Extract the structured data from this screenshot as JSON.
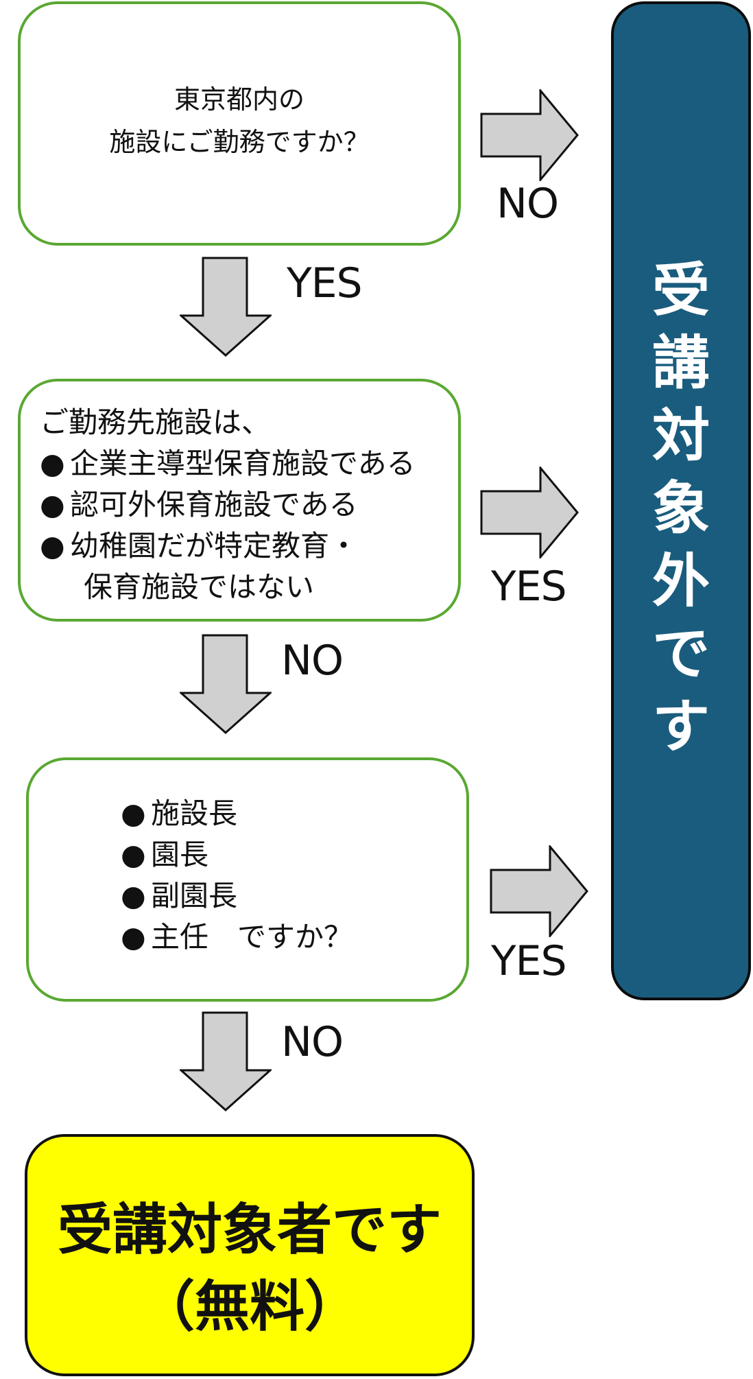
{
  "questions": {
    "q1": {
      "lines": [
        "東京都内の",
        "施設にご勤務ですか？"
      ]
    },
    "q2": {
      "intro": "ご勤務先施設は、",
      "bullet": "●",
      "items": [
        "企業主導型保育施設である",
        "認可外保育施設である",
        "幼稚園だが特定教育・"
      ],
      "continuation": "保育施設ではない"
    },
    "q3": {
      "bullet": "●",
      "items": [
        "施設長",
        "園長",
        "副園長",
        "主任　ですか？"
      ]
    }
  },
  "arrows": {
    "q1_no": "NO",
    "q1_yes": "YES",
    "q2_yes": "YES",
    "q2_no": "NO",
    "q3_yes": "YES",
    "q3_no": "NO"
  },
  "outcomes": {
    "ineligible": {
      "chars": [
        "受",
        "講",
        "対",
        "象",
        "外",
        "で",
        "す"
      ]
    },
    "eligible": {
      "line1": "受講対象者です",
      "line2": "（無料）"
    }
  },
  "colors": {
    "box_border": "#5aa832",
    "arrow_fill": "#d0d0d0",
    "ineligible_bg": "#1a5c7e",
    "eligible_bg": "#ffff00"
  },
  "icons": {
    "right_arrow": "right-block-arrow-icon",
    "down_arrow": "down-block-arrow-icon"
  }
}
